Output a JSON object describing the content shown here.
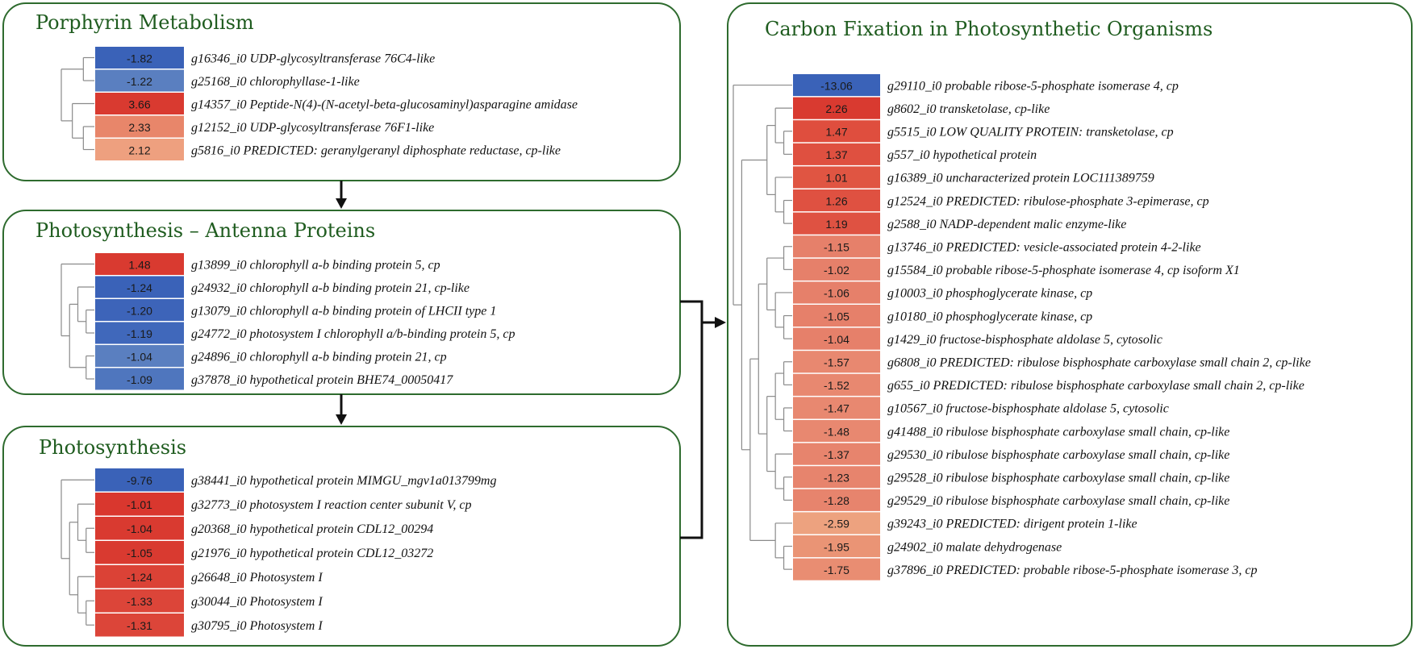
{
  "colors": {
    "panel_border": "#2e6b2e",
    "title": "#1f5c1f",
    "dendrogram": "#8a8a8a",
    "arrow": "#111111"
  },
  "panels": [
    {
      "id": "porphyrin",
      "title": "Porphyrin Metabolism",
      "rows": [
        {
          "value": "-1.82",
          "color": "#3a62b8",
          "label": "g16346_i0 UDP-glycosyltransferase 76C4-like"
        },
        {
          "value": "-1.22",
          "color": "#5a7fc0",
          "label": "g25168_i0 chlorophyllase-1-like"
        },
        {
          "value": "3.66",
          "color": "#d93a30",
          "label": "g14357_i0 Peptide-N(4)-(N-acetyl-beta-glucosaminyl)asparagine amidase"
        },
        {
          "value": "2.33",
          "color": "#e8866a",
          "label": "g12152_i0 UDP-glycosyltransferase 76F1-like"
        },
        {
          "value": "2.12",
          "color": "#eea07f",
          "label": "g5816_i0 PREDICTED: geranylgeranyl diphosphate reductase, cp-like"
        }
      ]
    },
    {
      "id": "antenna",
      "title": "Photosynthesis – Antenna Proteins",
      "rows": [
        {
          "value": "1.48",
          "color": "#d93a30",
          "label": "g13899_i0 chlorophyll a-b binding protein 5, cp"
        },
        {
          "value": "-1.24",
          "color": "#3a62b8",
          "label": "g24932_i0 chlorophyll a-b binding protein 21, cp-like"
        },
        {
          "value": "-1.20",
          "color": "#3d64b9",
          "label": "g13079_i0 chlorophyll a-b binding protein of LHCII type 1"
        },
        {
          "value": "-1.19",
          "color": "#4068bb",
          "label": "g24772_i0 photosystem I chlorophyll a/b-binding protein 5, cp"
        },
        {
          "value": "-1.04",
          "color": "#5a7fc0",
          "label": "g24896_i0 chlorophyll a-b binding protein 21, cp"
        },
        {
          "value": "-1.09",
          "color": "#4f76be",
          "label": "g37878_i0 hypothetical protein BHE74_00050417"
        }
      ]
    },
    {
      "id": "photosynthesis",
      "title": "Photosynthesis",
      "rows": [
        {
          "value": "-9.76",
          "color": "#3a62b8",
          "label": "g38441_i0 hypothetical protein MIMGU_mgv1a013799mg"
        },
        {
          "value": "-1.01",
          "color": "#d9372e",
          "label": "g32773_i0 photosystem I reaction center subunit V, cp"
        },
        {
          "value": "-1.04",
          "color": "#d93a30",
          "label": "g20368_i0 hypothetical protein CDL12_00294"
        },
        {
          "value": "-1.05",
          "color": "#d93a30",
          "label": "g21976_i0 hypothetical protein CDL12_03272"
        },
        {
          "value": "-1.24",
          "color": "#db4236",
          "label": "g26648_i0 Photosystem I"
        },
        {
          "value": "-1.33",
          "color": "#dc4539",
          "label": "g30044_i0 Photosystem I"
        },
        {
          "value": "-1.31",
          "color": "#dc4539",
          "label": "g30795_i0 Photosystem I"
        }
      ]
    },
    {
      "id": "carbon",
      "title": "Carbon Fixation in Photosynthetic Organisms",
      "rows": [
        {
          "value": "-13.06",
          "color": "#3a62b8",
          "label": "g29110_i0 probable ribose-5-phosphate isomerase 4, cp"
        },
        {
          "value": "2.26",
          "color": "#d93a30",
          "label": "g8602_i0 transketolase, cp-like"
        },
        {
          "value": "1.47",
          "color": "#df4e3e",
          "label": "g5515_i0 LOW QUALITY PROTEIN: transketolase, cp"
        },
        {
          "value": "1.37",
          "color": "#df5040",
          "label": "g557_i0 hypothetical protein"
        },
        {
          "value": "1.01",
          "color": "#e05542",
          "label": "g16389_i0 uncharacterized protein LOC111389759"
        },
        {
          "value": "1.26",
          "color": "#df5141",
          "label": "g12524_i0 PREDICTED: ribulose-phosphate 3-epimerase, cp"
        },
        {
          "value": "1.19",
          "color": "#df5242",
          "label": "g2588_i0 NADP-dependent malic enzyme-like"
        },
        {
          "value": "-1.15",
          "color": "#e6806a",
          "label": "g13746_i0 PREDICTED: vesicle-associated protein 4-2-like"
        },
        {
          "value": "-1.02",
          "color": "#e6806a",
          "label": "g15584_i0 probable ribose-5-phosphate isomerase 4, cp isoform X1"
        },
        {
          "value": "-1.06",
          "color": "#e6806a",
          "label": "g10003_i0 phosphoglycerate kinase, cp"
        },
        {
          "value": "-1.05",
          "color": "#e6806a",
          "label": "g10180_i0 phosphoglycerate kinase, cp"
        },
        {
          "value": "-1.04",
          "color": "#e6806a",
          "label": "g1429_i0 fructose-bisphosphate aldolase 5, cytosolic"
        },
        {
          "value": "-1.57",
          "color": "#e88870",
          "label": "g6808_i0 PREDICTED: ribulose bisphosphate carboxylase small chain 2, cp-like"
        },
        {
          "value": "-1.52",
          "color": "#e88870",
          "label": "g655_i0 PREDICTED: ribulose bisphosphate carboxylase small chain 2, cp-like"
        },
        {
          "value": "-1.47",
          "color": "#e88870",
          "label": "g10567_i0 fructose-bisphosphate aldolase 5, cytosolic"
        },
        {
          "value": "-1.48",
          "color": "#e88870",
          "label": "g41488_i0 ribulose bisphosphate carboxylase small chain, cp-like"
        },
        {
          "value": "-1.37",
          "color": "#e7846d",
          "label": "g29530_i0 ribulose bisphosphate carboxylase small chain, cp-like"
        },
        {
          "value": "-1.23",
          "color": "#e7846d",
          "label": "g29528_i0 ribulose bisphosphate carboxylase small chain, cp-like"
        },
        {
          "value": "-1.28",
          "color": "#e7846d",
          "label": "g29529_i0 ribulose bisphosphate carboxylase small chain, cp-like"
        },
        {
          "value": "-2.59",
          "color": "#eda27f",
          "label": "g39243_i0 PREDICTED: dirigent protein 1-like"
        },
        {
          "value": "-1.95",
          "color": "#ea9475",
          "label": "g24902_i0 malate dehydrogenase"
        },
        {
          "value": "-1.75",
          "color": "#e98d72",
          "label": "g37896_i0 PREDICTED: probable ribose-5-phosphate isomerase 3, cp"
        }
      ]
    }
  ]
}
